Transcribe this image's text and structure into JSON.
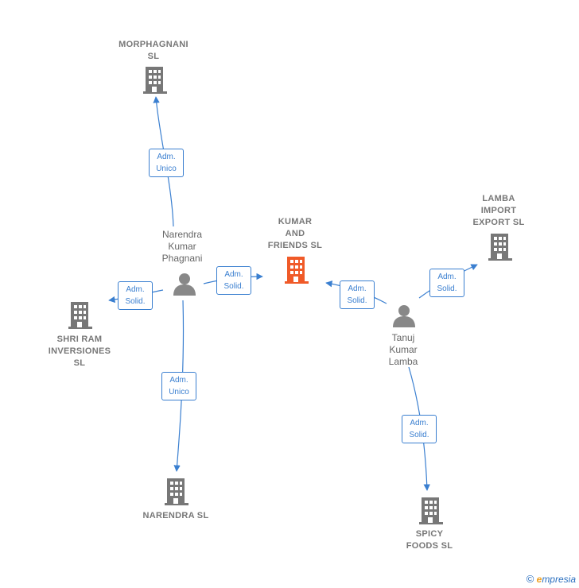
{
  "colors": {
    "edge": "#3a7fd0",
    "company": "#777777",
    "focus_company": "#f05a28",
    "person": "#888888"
  },
  "nodes": {
    "kumar_and_friends": {
      "label": "KUMAR\nAND\nFRIENDS  SL",
      "icon": "building-icon"
    },
    "morphagnani": {
      "label": "MORPHAGNANI\nSL",
      "icon": "building-icon"
    },
    "lamba_import_export": {
      "label": "LAMBA\nIMPORT\nEXPORT  SL",
      "icon": "building-icon"
    },
    "shri_ram": {
      "label": "SHRI RAM\nINVERSIONES\nSL",
      "icon": "building-icon"
    },
    "narendra_sl": {
      "label": "NARENDRA  SL",
      "icon": "building-icon"
    },
    "spicy_foods": {
      "label": "SPICY\nFOODS  SL",
      "icon": "building-icon"
    },
    "narendra_person": {
      "label": "Narendra\nKumar\nPhagnani",
      "icon": "person-icon"
    },
    "tanuj_person": {
      "label": "Tanuj\nKumar\nLamba",
      "icon": "person-icon"
    }
  },
  "roles": {
    "narendra_to_morphagnani": "Adm.\nUnico",
    "narendra_to_kumar": "Adm.\nSolid.",
    "narendra_to_shri_ram": "Adm.\nSolid.",
    "narendra_to_narendra_sl": "Adm.\nUnico",
    "tanuj_to_kumar": "Adm.\nSolid.",
    "tanuj_to_lamba": "Adm.\nSolid.",
    "tanuj_to_spicy": "Adm.\nSolid."
  },
  "credit": {
    "copyright": "©",
    "brand_first": "e",
    "brand_rest": "mpresia"
  }
}
